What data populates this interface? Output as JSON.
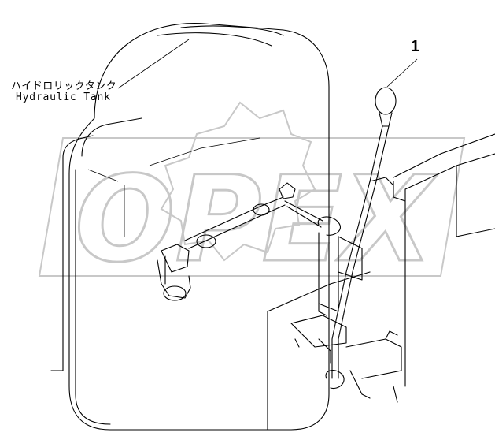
{
  "labels": {
    "tank_jp": "ハイドロリックタンク",
    "tank_en": "Hydraulic Tank",
    "callout_1": "1"
  },
  "watermark": {
    "text": "OPEX",
    "color": "#c8c8c8"
  },
  "corner_tag": "",
  "colors": {
    "line": "#000000",
    "background": "#ffffff"
  }
}
